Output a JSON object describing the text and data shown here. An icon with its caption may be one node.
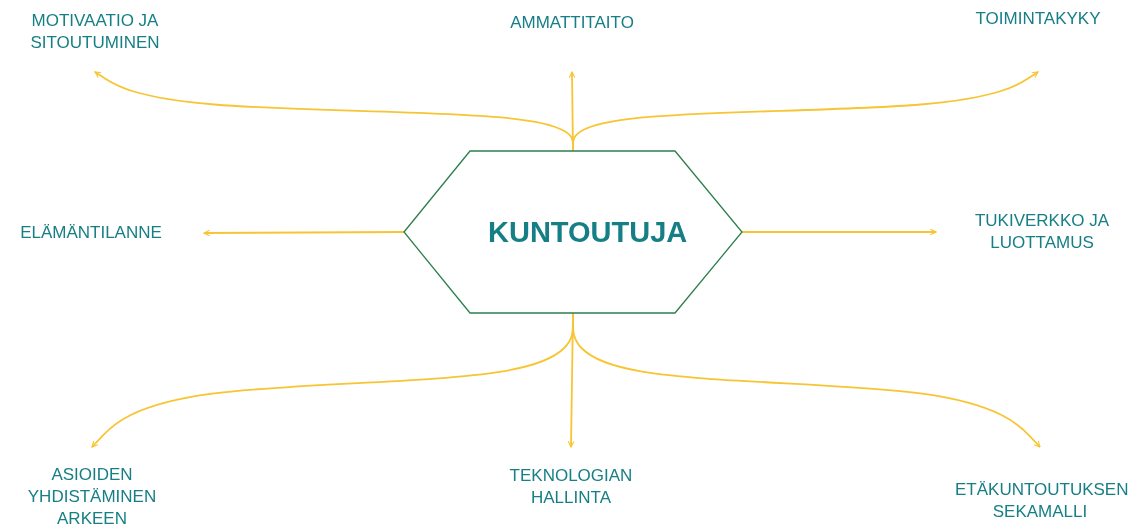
{
  "diagram": {
    "nodes": [
      {
        "text": [
          "KUNTOUTUJA"
        ]
      },
      {
        "text": [
          "MOTIVAATIO JA SITOUTUMINEN"
        ]
      },
      {
        "text": [
          "AMMATTITAITO"
        ]
      },
      {
        "text": [
          "TOIMINTAKYKY"
        ]
      },
      {
        "text": [
          "ELÄMÄNTILANNE"
        ]
      },
      {
        "text": [
          "TUKIVERKKO JA LUOTTAMUS"
        ]
      },
      {
        "text": [
          "ASIOIDEN YHDISTÄMINEN ARKEEN"
        ]
      },
      {
        "text": [
          "TEKNOLOGIAN HALLINTA"
        ]
      },
      {
        "text": [
          "ETÄKUNTOUTUKSEN SEKAMALLI"
        ]
      }
    ],
    "edges": [
      {
        "from": 0,
        "to": 1,
        "arrow": "to"
      },
      {
        "from": 0,
        "to": 2,
        "arrow": "to"
      },
      {
        "from": 0,
        "to": 3,
        "arrow": "to"
      },
      {
        "from": 0,
        "to": 4,
        "arrow": "to"
      },
      {
        "from": 0,
        "to": 5,
        "arrow": "to"
      },
      {
        "from": 0,
        "to": 6,
        "arrow": "to"
      },
      {
        "from": 0,
        "to": 7,
        "arrow": "to"
      },
      {
        "from": 0,
        "to": 8,
        "arrow": "to"
      }
    ]
  }
}
